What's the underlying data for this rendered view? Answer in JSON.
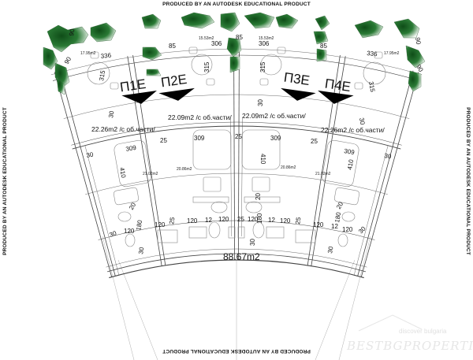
{
  "watermark": {
    "top": "PRODUCED BY AN AUTODESK EDUCATIONAL PRODUCT",
    "bottom": "PRODUCED BY AN AUTODESK EDUCATIONAL PRODUCT",
    "left": "PRODUCED BY AN AUTODESK EDUCATIONAL PRODUCT",
    "right": "PRODUCED BY AN AUTODESK EDUCATIONAL PRODUCT"
  },
  "units": [
    "П1Е",
    "П2Е",
    "П3Е",
    "П4Е"
  ],
  "areas": {
    "terraces": [
      "17.95m2",
      "15.53m2",
      "15.53m2",
      "17.95m2"
    ],
    "apartments": [
      "22.26m2 /с об.части/",
      "22.09m2 /с об.части/",
      "22.09m2 /с об.части/",
      "22.26m2 /с об.части/"
    ],
    "rooms": [
      "21.02m2",
      "20.86m2",
      "20.86m2",
      "21.02m2"
    ],
    "corridor": "88.67m2"
  },
  "dimensions": [
    "336",
    "85",
    "306",
    "85",
    "306",
    "85",
    "336",
    "90",
    "90",
    "90",
    "90",
    "315",
    "315",
    "315",
    "315",
    "30",
    "30",
    "30",
    "25",
    "25",
    "25",
    "309",
    "309",
    "309",
    "309",
    "410",
    "410",
    "410",
    "30",
    "30",
    "20",
    "20",
    "20",
    "120",
    "25",
    "120",
    "12",
    "120",
    "25",
    "120",
    "180",
    "12",
    "120",
    "25",
    "120",
    "12",
    "180",
    "120",
    "30",
    "120",
    "180",
    "30",
    "30",
    "30",
    "30"
  ],
  "branding": {
    "tagline": "discover bulgaria",
    "name": "BESTBGPROPERTIES"
  },
  "colors": {
    "line": "#555555",
    "foliage": "#1f6b2a",
    "foliage_light": "#e8f2e8"
  }
}
